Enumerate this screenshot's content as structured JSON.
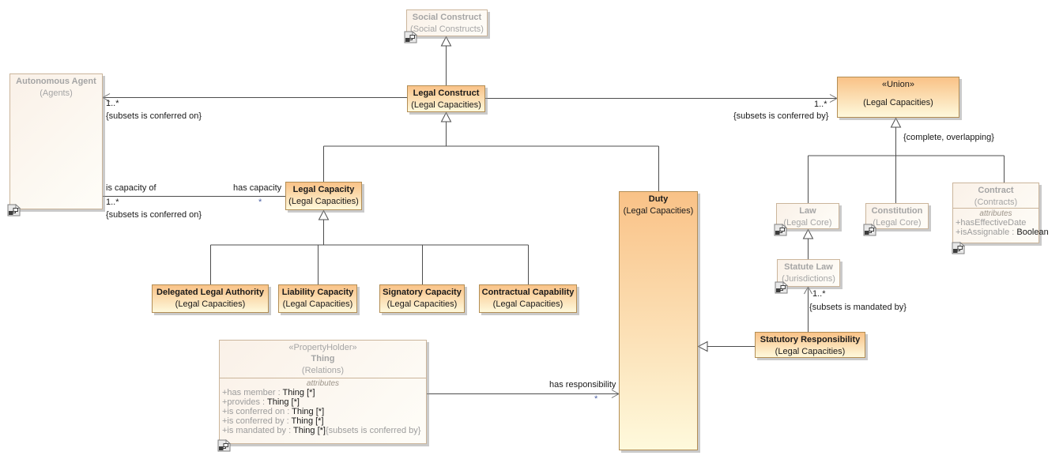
{
  "diagram": {
    "kind": "UML class diagram",
    "colors": {
      "class_gradient_top": "#F9C287",
      "class_gradient_bottom": "#FEF9DC",
      "external_class_bg": "#FAF1E8",
      "class_border": "#B38E55",
      "external_border": "#CBB59B",
      "external_text": "#A5A5A5",
      "line": "#4D4D4D",
      "multiplicity_star": "#4F63A6"
    }
  },
  "classes": {
    "social_construct": {
      "name": "Social Construct",
      "package": "(Social Constructs)"
    },
    "autonomous_agent": {
      "name": "Autonomous Agent",
      "package": "(Agents)"
    },
    "legal_construct": {
      "name": "Legal Construct",
      "package": "(Legal Capacities)"
    },
    "union": {
      "stereotype": "«Union»",
      "package": "(Legal Capacities)"
    },
    "legal_capacity": {
      "name": "Legal Capacity",
      "package": "(Legal Capacities)"
    },
    "duty": {
      "name": "Duty",
      "package": "(Legal Capacities)"
    },
    "delegated_legal_authority": {
      "name": "Delegated Legal Authority",
      "package": "(Legal Capacities)"
    },
    "liability_capacity": {
      "name": "Liability Capacity",
      "package": "(Legal Capacities)"
    },
    "signatory_capacity": {
      "name": "Signatory Capacity",
      "package": "(Legal Capacities)"
    },
    "contractual_capability": {
      "name": "Contractual Capability",
      "package": "(Legal Capacities)"
    },
    "law": {
      "name": "Law",
      "package": "(Legal Core)"
    },
    "constitution": {
      "name": "Constitution",
      "package": "(Legal Core)"
    },
    "statute_law": {
      "name": "Statute Law",
      "package": "(Jurisdictions)"
    },
    "statutory_responsibility": {
      "name": "Statutory Responsibility",
      "package": "(Legal Capacities)"
    },
    "contract": {
      "name": "Contract",
      "package": "(Contracts)",
      "attributes_header": "attributes",
      "attributes": [
        {
          "name": "+hasEffectiveDate",
          "type": "",
          "suffix": ""
        },
        {
          "name": "+isAssignable : ",
          "type": "Boolean",
          "suffix": ""
        }
      ]
    },
    "thing": {
      "stereotype": "«PropertyHolder»",
      "name": "Thing",
      "package": "(Relations)",
      "attributes_header": "attributes",
      "attributes": [
        {
          "name": "+has member : ",
          "type": "Thing [*]",
          "suffix": ""
        },
        {
          "name": "+provides : ",
          "type": "Thing [*]",
          "suffix": ""
        },
        {
          "name": "+is conferred on : ",
          "type": "Thing [*]",
          "suffix": ""
        },
        {
          "name": "+is conferred by : ",
          "type": "Thing [*]",
          "suffix": ""
        },
        {
          "name": "+is mandated by : ",
          "type": "Thing [*]",
          "suffix": "{subsets is conferred by}"
        }
      ]
    }
  },
  "edges": {
    "construct_conferred_on": {
      "mult": "1..*",
      "constraint": "{subsets is conferred on}"
    },
    "capacity_of": {
      "label": "is capacity of",
      "mult": "1..*",
      "constraint": "{subsets is conferred on}"
    },
    "has_capacity": {
      "label": "has capacity",
      "mult": "*"
    },
    "conferred_by": {
      "mult": "1..*",
      "constraint": "{subsets is conferred by}"
    },
    "union_generalization": {
      "constraint": "{complete, overlapping}"
    },
    "mandated_by": {
      "mult": "1..*",
      "constraint": "{subsets is mandated by}"
    },
    "has_responsibility": {
      "label": "has responsibility",
      "mult": "*"
    }
  }
}
